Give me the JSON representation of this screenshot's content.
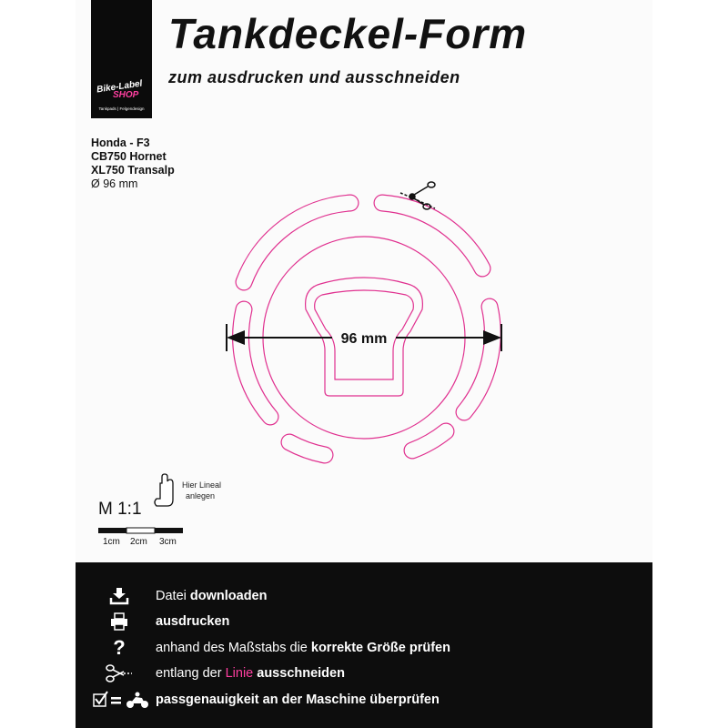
{
  "logo": {
    "line1": "Bike-Label",
    "line2": "SHOP",
    "tagline": "Tankpads | Felgendesign"
  },
  "header": {
    "title": "Tankdeckel-Form",
    "subtitle": "zum ausdrucken und ausschneiden"
  },
  "models": [
    "Honda - F3",
    "CB750 Hornet",
    "XL750 Transalp",
    "Ø 96 mm"
  ],
  "drawing": {
    "dimension_label": "96 mm",
    "outline_color": "#e0308f"
  },
  "scale": {
    "title": "M 1:1",
    "hint_line1": "Hier Lineal",
    "hint_line2": "anlegen",
    "labels": [
      "1cm",
      "2cm",
      "3cm"
    ]
  },
  "instructions": {
    "step1": {
      "pre": "Datei ",
      "bold": "downloaden"
    },
    "step2": {
      "bold": "ausdrucken"
    },
    "step3": {
      "pre": "anhand des Maßstabs die ",
      "bold": "korrekte Größe prüfen"
    },
    "step4": {
      "pre": "entlang der ",
      "highlight": "Linie",
      "post": " ausschneiden"
    },
    "step5": {
      "bold": "passgenauigkeit an der Maschine überprüfen"
    }
  },
  "icons": [
    "download-icon",
    "printer-icon",
    "question-icon",
    "scissors-icon",
    "checkbox-equals-motorcycle-icon"
  ]
}
